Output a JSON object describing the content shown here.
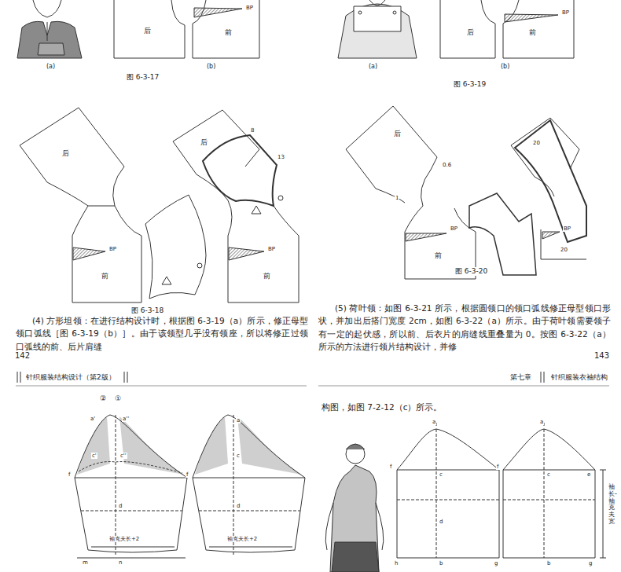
{
  "diagram": {
    "labels": [
      "(a)",
      "后",
      "BP",
      "前",
      "(b)",
      "图 6-3-17",
      "(a)",
      "后",
      "BP",
      "前",
      "(b)",
      "图 6-3-19",
      "后",
      "BP",
      "前",
      "后",
      "8",
      "13",
      "BP",
      "前",
      "图 6-3-18",
      "后",
      "0.6",
      "1",
      "20",
      "BP",
      "前",
      "BP",
      "20",
      "图 6-3-20",
      "(4) 方形坦领：在进行结构设计时，根据图 6-3-19（a）所示，修正母型领口弧线［图 6-3-19（b）］。由于该领型几乎没有领座，所以将修正过领口弧线的前、后片肩缝",
      "142",
      "(5) 荷叶领：如图 6-3-21 所示，根据圆领口的领口弧线修正母型领口形状，并加出后搭门宽度 2cm，如图 6-3-22（a）所示。由于荷叶领需要领子有一定的起伏感，所以前、后衣片的肩缝线重叠量为 0。按图 6-3-22（a）所示的方法进行领片结构设计，并修",
      "143",
      "针织服装结构设计（第2版）",
      "第七章",
      "针织服装衣袖结构",
      "②",
      "①",
      "a'",
      "a''",
      "c'",
      "c''",
      "f",
      "d",
      "袖克夫长+2",
      "m",
      "n",
      "a",
      "c",
      "f",
      "d",
      "袖克夫长+2",
      "构图，如图 7-2-12（c）所示。",
      "a",
      "f",
      "c",
      "d",
      "h",
      "b",
      "g",
      "a",
      "f",
      "c",
      "e",
      "b",
      "g",
      "袖长-袖克夫宽"
    ]
  }
}
